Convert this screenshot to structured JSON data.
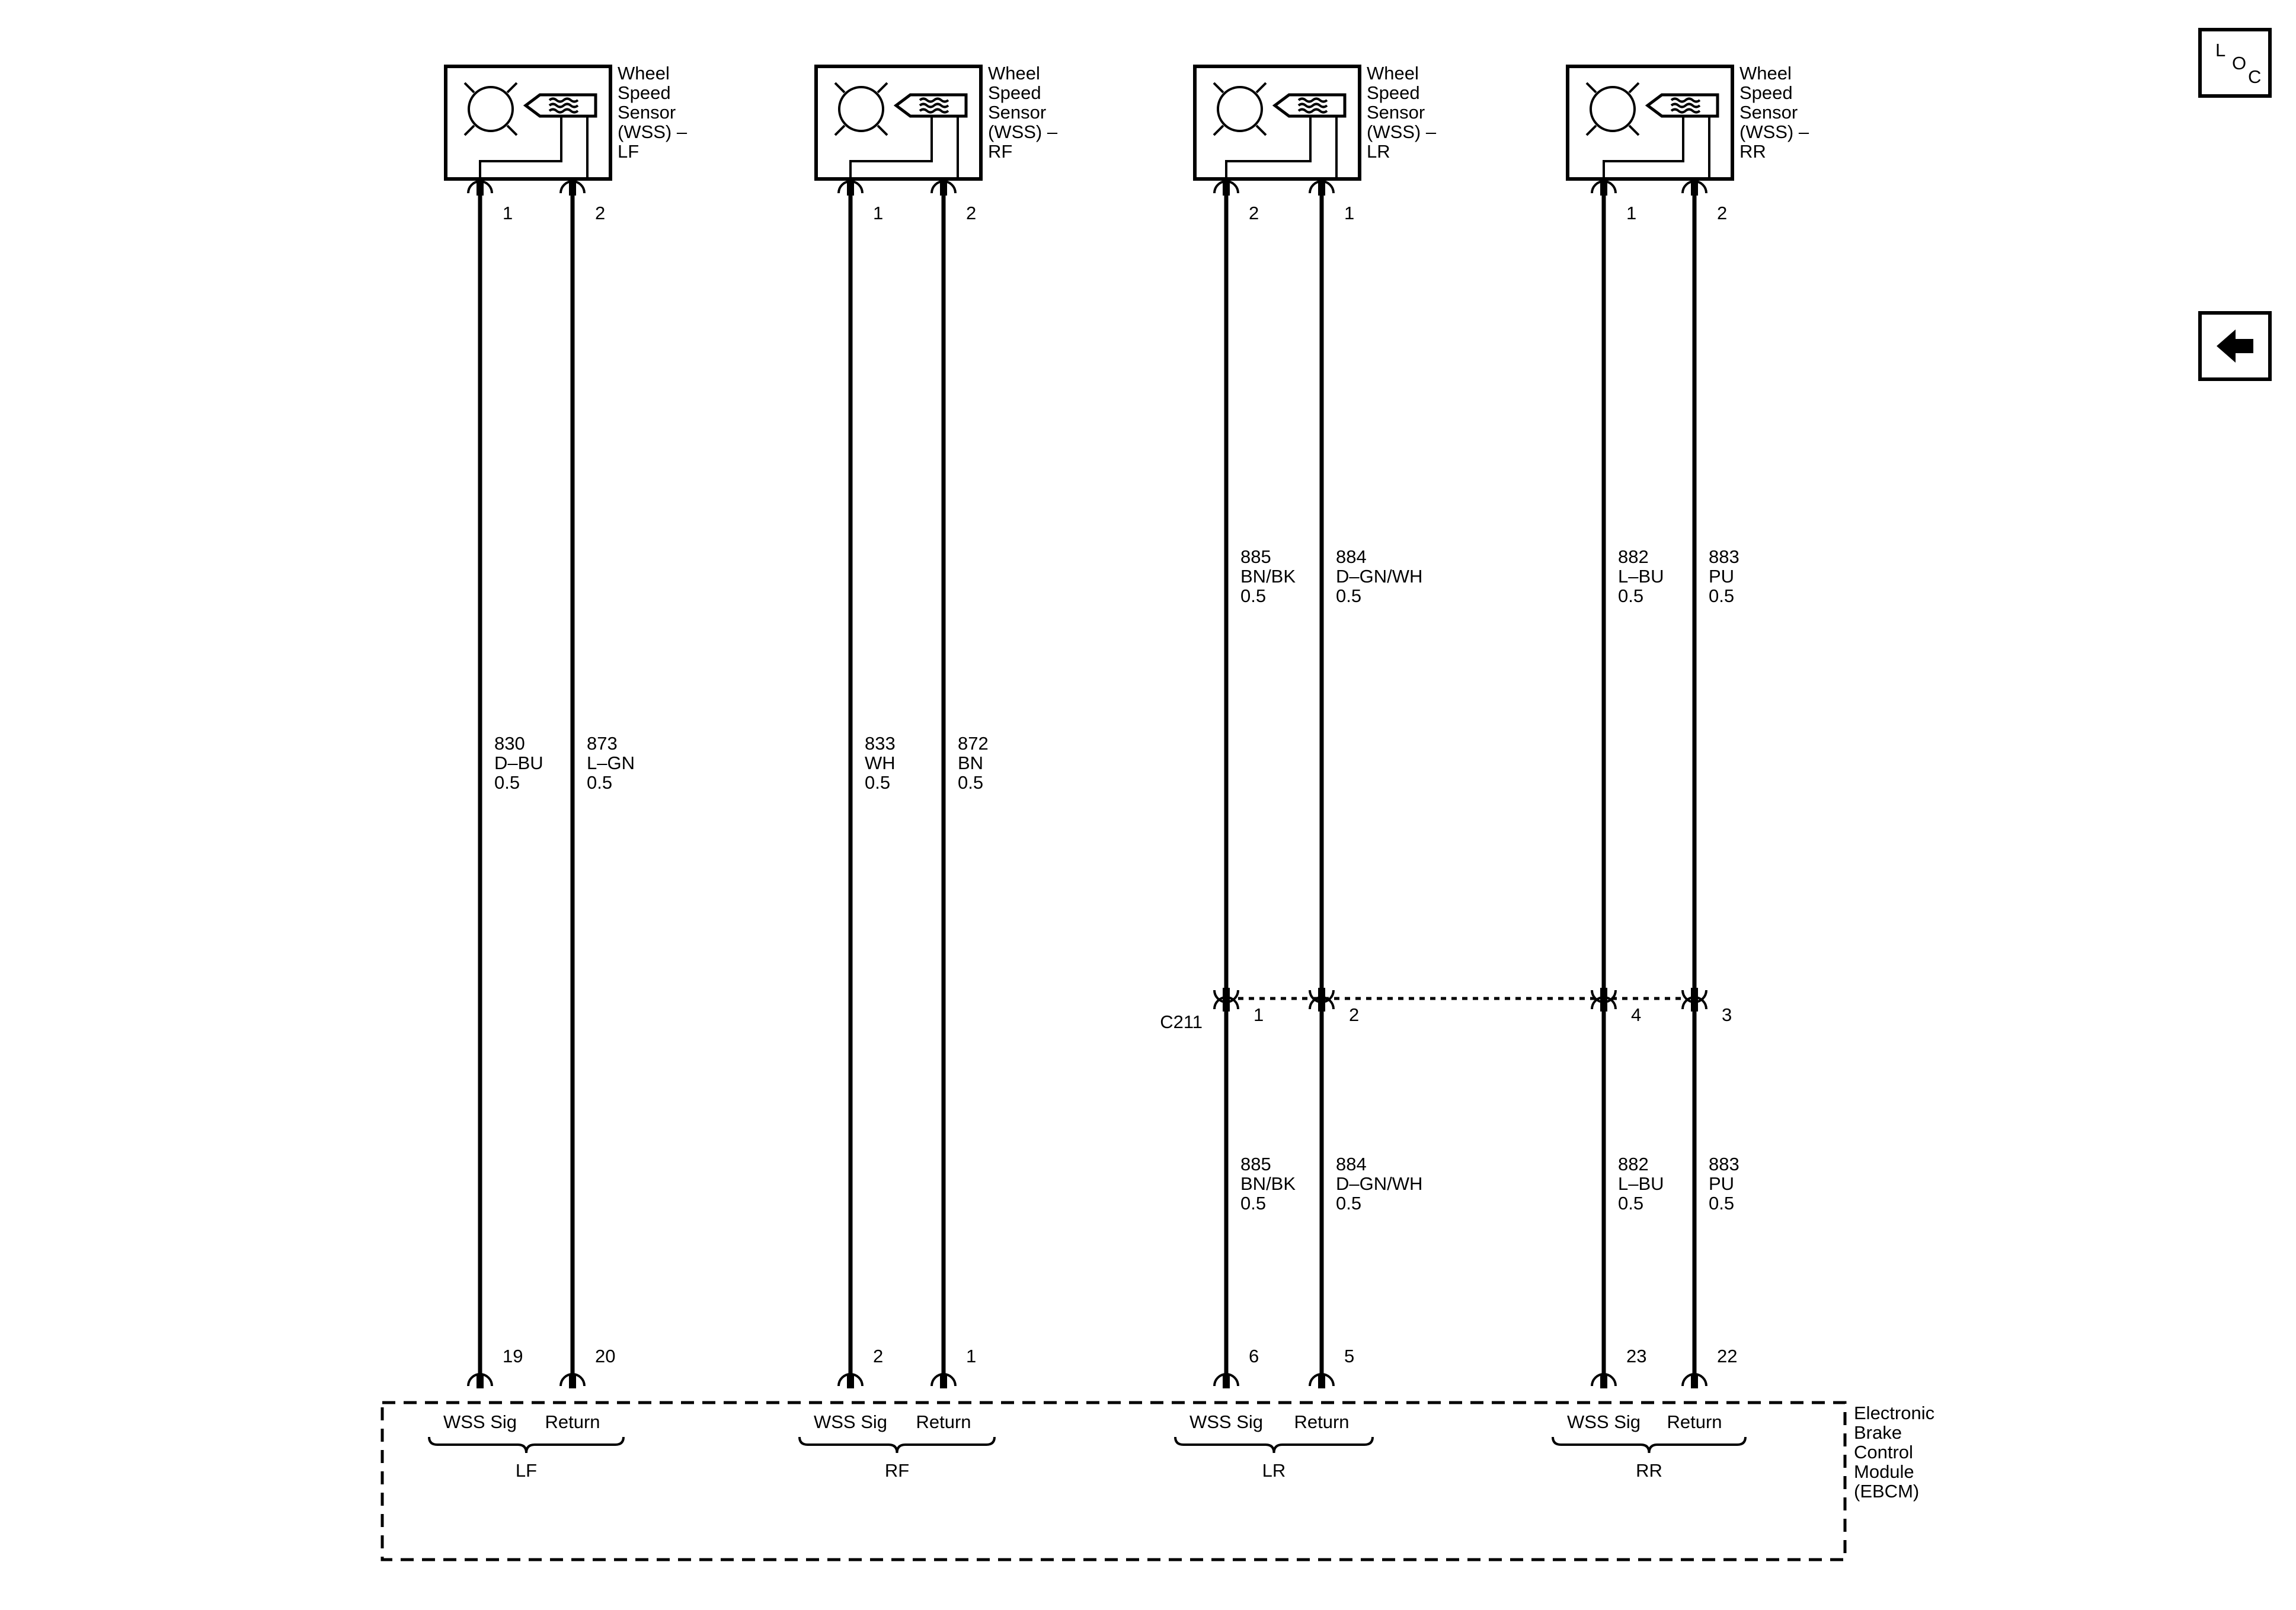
{
  "sensors": [
    {
      "id": "lf",
      "label": [
        "Wheel",
        "Speed",
        "Sensor",
        "(WSS) –",
        "LF"
      ]
    },
    {
      "id": "rf",
      "label": [
        "Wheel",
        "Speed",
        "Sensor",
        "(WSS) –",
        "RF"
      ]
    },
    {
      "id": "lr",
      "label": [
        "Wheel",
        "Speed",
        "Sensor",
        "(WSS) –",
        "LR"
      ]
    },
    {
      "id": "rr",
      "label": [
        "Wheel",
        "Speed",
        "Sensor",
        "(WSS) –",
        "RR"
      ]
    }
  ],
  "wires": [
    {
      "id": "lf-sig",
      "sensor_pin": "1",
      "module_pin": "19",
      "upper": [
        "830",
        "D–BU",
        "0.5"
      ]
    },
    {
      "id": "lf-ret",
      "sensor_pin": "2",
      "module_pin": "20",
      "upper": [
        "873",
        "L–GN",
        "0.5"
      ]
    },
    {
      "id": "rf-sig",
      "sensor_pin": "1",
      "module_pin": "2",
      "upper": [
        "833",
        "WH",
        "0.5"
      ]
    },
    {
      "id": "rf-ret",
      "sensor_pin": "2",
      "module_pin": "1",
      "upper": [
        "872",
        "BN",
        "0.5"
      ]
    },
    {
      "id": "lr-sig",
      "sensor_pin": "2",
      "module_pin": "6",
      "upper": [
        "885",
        "BN/BK",
        "0.5"
      ],
      "c211_pin": "1",
      "lower": [
        "885",
        "BN/BK",
        "0.5"
      ]
    },
    {
      "id": "lr-ret",
      "sensor_pin": "1",
      "module_pin": "5",
      "upper": [
        "884",
        "D–GN/WH",
        "0.5"
      ],
      "c211_pin": "2",
      "lower": [
        "884",
        "D–GN/WH",
        "0.5"
      ]
    },
    {
      "id": "rr-sig",
      "sensor_pin": "1",
      "module_pin": "23",
      "upper": [
        "882",
        "L–BU",
        "0.5"
      ],
      "c211_pin": "4",
      "lower": [
        "882",
        "L–BU",
        "0.5"
      ]
    },
    {
      "id": "rr-ret",
      "sensor_pin": "2",
      "module_pin": "22",
      "upper": [
        "883",
        "PU",
        "0.5"
      ],
      "c211_pin": "3",
      "lower": [
        "883",
        "PU",
        "0.5"
      ]
    }
  ],
  "connector": {
    "label": "C211"
  },
  "module": {
    "label": [
      "Electronic",
      "Brake",
      "Control",
      "Module",
      "(EBCM)"
    ],
    "groups": [
      {
        "id": "lf",
        "sig": "WSS Sig",
        "ret": "Return",
        "name": "LF"
      },
      {
        "id": "rf",
        "sig": "WSS Sig",
        "ret": "Return",
        "name": "RF"
      },
      {
        "id": "lr",
        "sig": "WSS Sig",
        "ret": "Return",
        "name": "LR"
      },
      {
        "id": "rr",
        "sig": "WSS Sig",
        "ret": "Return",
        "name": "RR"
      }
    ]
  },
  "nav": {
    "loc": [
      "L",
      "O",
      "C"
    ],
    "back_icon": "arrow-left-icon"
  }
}
